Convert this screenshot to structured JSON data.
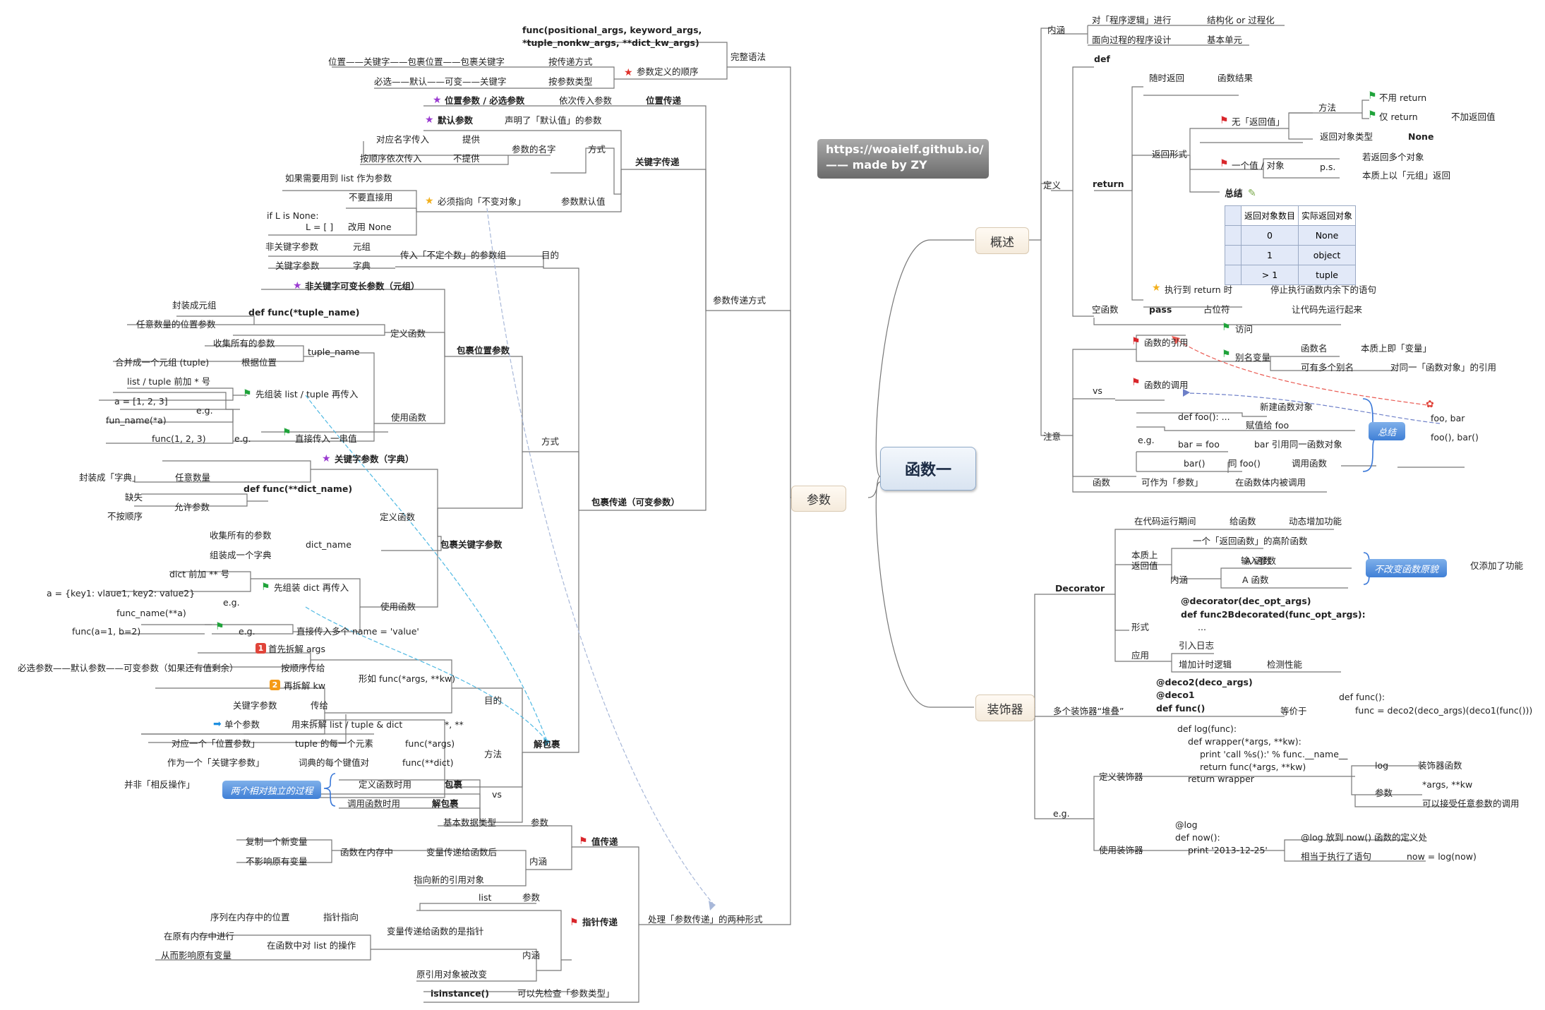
{
  "root": {
    "label": "函数一"
  },
  "banner": {
    "line1": "https://woaielf.github.io/",
    "line2": "—— made by ZY"
  },
  "branches": {
    "params": "参数",
    "overview": "概述",
    "decorator": "装饰器"
  },
  "callouts": {
    "summary": "总结",
    "no_change": "不改变函数原貌",
    "two_process": "两个相对独立的过程"
  },
  "left_texts": [
    "func(positional_args, keyword_args,",
    "*tuple_nonkw_args, **dict_kw_args)",
    "完整语法",
    "位置——关键字——包裹位置——包裹关键字",
    "按传递方式",
    "必选——默认——可变——关键字",
    "按参数类型",
    "参数定义的顺序",
    "位置参数 / 必选参数",
    "依次传入参数",
    "位置传递",
    "默认参数",
    "声明了「默认值」的参数",
    "对应名字传入",
    "提供",
    "按顺序依次传入",
    "不提供",
    "参数的名字",
    "方式",
    "关键字传递",
    "如果需要用到 list 作为参数",
    "不要直接用",
    "必须指向「不变对象」",
    "参数默认值",
    "if L is None:",
    "L = [ ]",
    "改用 None",
    "参数传递方式",
    "非关键字参数",
    "元组",
    "关键字参数",
    "字典",
    "传入「不定个数」的参数组",
    "目的",
    "非关键字可变长参数（元组）",
    "封装成元组",
    "任意数量的位置参数",
    "def func(*tuple_name)",
    "定义函数",
    "收集所有的参数",
    "合并成一个元组 (tuple)",
    "根据位置",
    "tuple_name",
    "包裹位置参数",
    "list / tuple 前加 * 号",
    "先组装 list / tuple 再传入",
    "a = [1, 2, 3]",
    "e.g.",
    "fun_name(*a)",
    "使用函数",
    "func(1, 2, 3)",
    "e.g.",
    "直接传入一串值",
    "方式",
    "包裹传递（可变参数）",
    "关键字参数（字典）",
    "封装成「字典」",
    "任意数量",
    "缺失",
    "允许参数",
    "不按顺序",
    "def func(**dict_name)",
    "定义函数",
    "收集所有的参数",
    "组装成一个字典",
    "dict_name",
    "包裹关键字参数",
    "dict 前加 ** 号",
    "先组装 dict 再传入",
    "a = {key1: vlaue1, key2: value2}",
    "e.g.",
    "func_name(**a)",
    "使用函数",
    "func(a=1, b=2)",
    "e.g.",
    "直接传入多个 name = 'value'",
    "首先拆解 args",
    "必选参数——默认参数——可变参数（如果还有值剩余）",
    "按顺序传给",
    "形如 func(*args, **kw)",
    "再拆解 kw",
    "关键字参数",
    "传给",
    "目的",
    "单个参数",
    "用来拆解 list / tuple & dict",
    "*, **",
    "解包裹",
    "对应一个「位置参数」",
    "tuple 的每一个元素",
    "func(*args)",
    "方法",
    "作为一个「关键字参数」",
    "词典的每个键值对",
    "func(**dict)",
    "并非「相反操作」",
    "定义函数时用",
    "包裹",
    "调用函数时用",
    "解包裹",
    "vs",
    "基本数据类型",
    "参数",
    "复制一个新变量",
    "函数在内存中",
    "变量传递给函数后",
    "不影响原有变量",
    "内涵",
    "值传递",
    "指向新的引用对象",
    "list",
    "参数",
    "序列在内存中的位置",
    "指针指向",
    "在原有内存中进行",
    "在函数中对 list 的操作",
    "变量传递给函数的是指针",
    "从而影响原有变量",
    "内涵",
    "指针传递",
    "原引用对象被改变",
    "isinstance()",
    "可以先检查「参数类型」",
    "处理「参数传递」的两种形式"
  ],
  "right_texts": [
    "对「程序逻辑」进行",
    "结构化 or 过程化",
    "内涵",
    "面向过程的程序设计",
    "基本单元",
    "def",
    "随时返回",
    "函数结果",
    "不用 return",
    "方法",
    "仅 return",
    "不加返回值",
    "无「返回值」",
    "返回对象类型",
    "None",
    "返回形式",
    "一个值 / 对象",
    "若返回多个对象",
    "p.s.",
    "本质上以「元组」返回",
    "定义",
    "return",
    "总结",
    "执行到 return 时",
    "停止执行函数内余下的语句",
    "空函数",
    "pass",
    "占位符",
    "让代码先运行起来",
    "函数的引用",
    "访问",
    "别名变量",
    "函数名",
    "本质上即「变量」",
    "可有多个别名",
    "对同一「函数对象」的引用",
    "vs",
    "函数的调用",
    "foo, bar",
    "def foo(): ...",
    "新建函数对象",
    "赋值给 foo",
    "e.g.",
    "foo(), bar()",
    "bar = foo",
    "bar 引用同一函数对象",
    "bar()",
    "同 foo()",
    "调用函数",
    "注意",
    "函数",
    "可作为「参数」",
    "在函数体内被调用",
    "在代码运行期间",
    "给函数",
    "动态增加功能",
    "一个「返回函数」的高阶函数",
    "本质上",
    "输入参数",
    "A 函数",
    "内涵",
    "返回值",
    "A 函数",
    "仅添加了功能",
    "Decorator",
    "@decorator(dec_opt_args)",
    "def func2Bdecorated(func_opt_args):",
    "...",
    "形式",
    "引入日志",
    "应用",
    "增加计时逻辑",
    "检测性能",
    "@deco2(deco_args)",
    "@deco1",
    "def func()",
    "多个装饰器“堆叠”",
    "等价于",
    "def func():",
    "func = deco2(deco_args)(deco1(func()))",
    "def log(func):",
    "def wrapper(*args, **kw):",
    "print 'call %s():' % func.__name__",
    "return func(*args, **kw)",
    "return wrapper",
    "log",
    "装饰器函数",
    "定义装饰器",
    "参数",
    "*args, **kw",
    "可以接受任意参数的调用",
    "e.g.",
    "@log",
    "def now():",
    "print '2013-12-25'",
    "@log 放到 now() 函数的定义处",
    "使用装饰器",
    "相当于执行了语句",
    "now = log(now)"
  ],
  "table": {
    "header": [
      "返回对象数目",
      "实际返回对象"
    ],
    "rows": [
      [
        "0",
        "None"
      ],
      [
        "1",
        "object"
      ],
      [
        "> 1",
        "tuple"
      ]
    ]
  },
  "badges": {
    "one": "1",
    "two": "2"
  },
  "colors": {
    "red_flag": "#d9262b",
    "green_flag": "#1fa33a",
    "purple_star": "#9a3ad0",
    "yellow_star": "#f2b01e",
    "callout": "#3f7fd6"
  }
}
